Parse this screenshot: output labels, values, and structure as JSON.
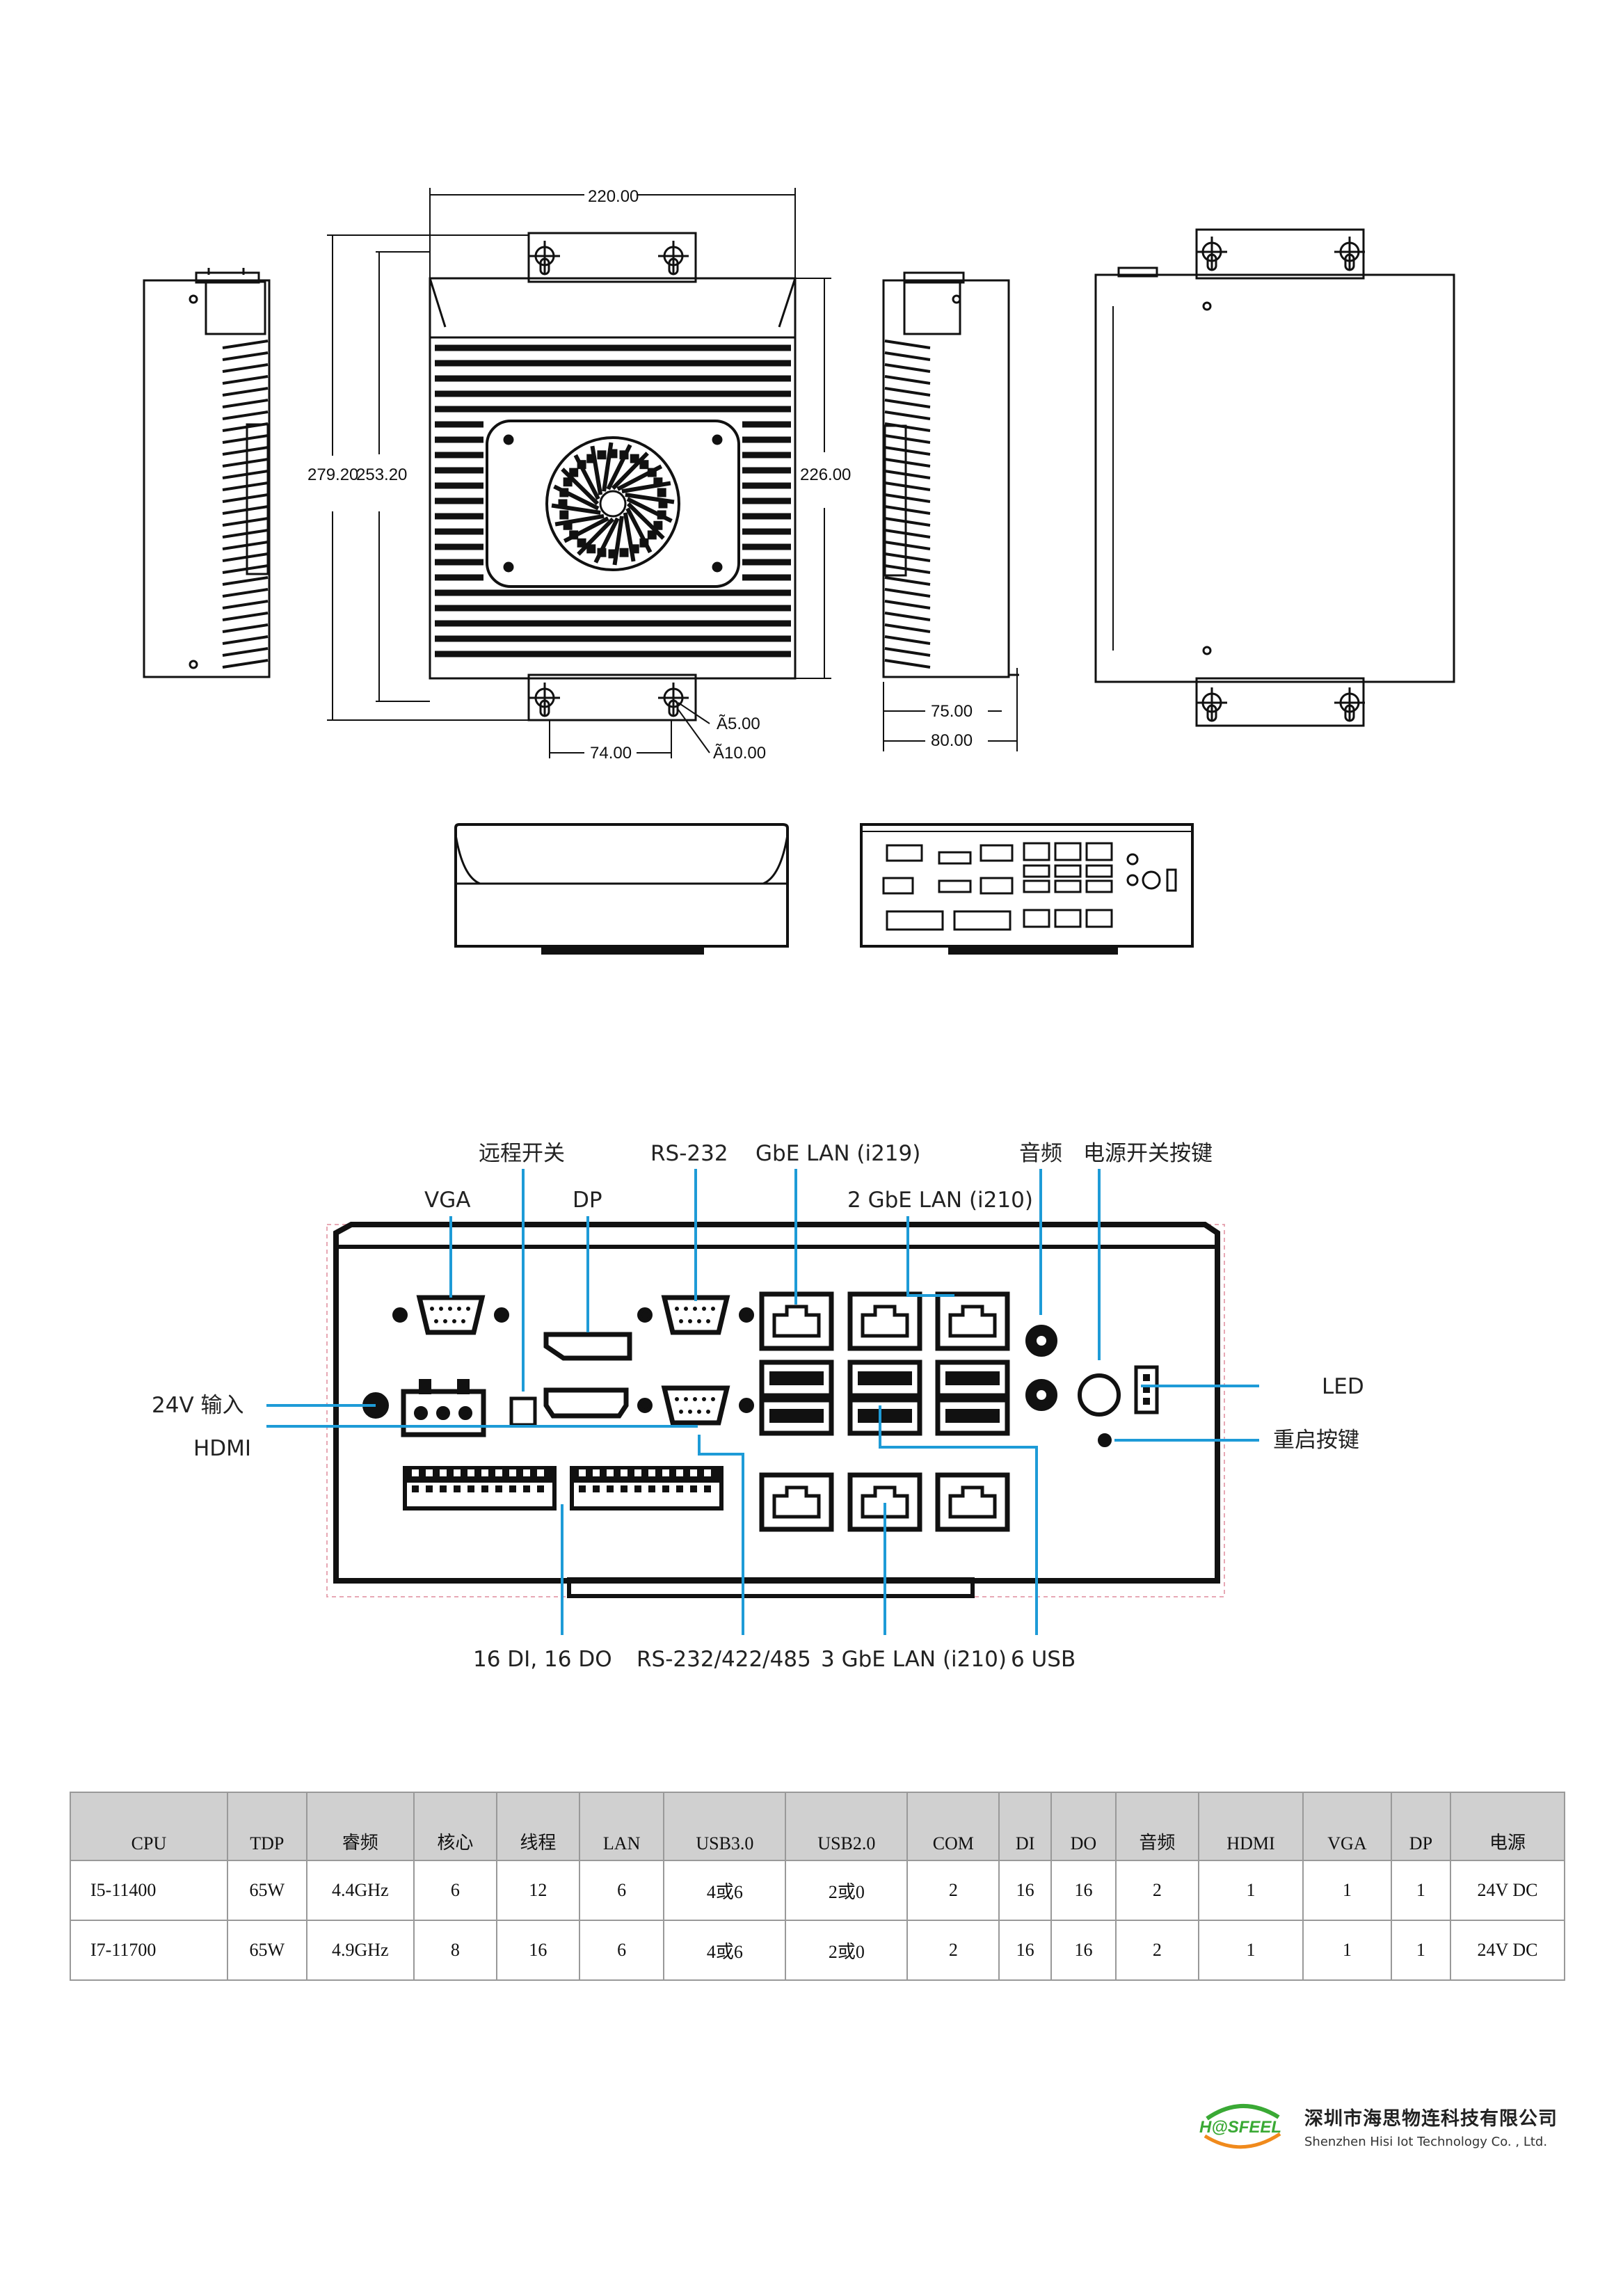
{
  "drawing": {
    "dim_width_top": "220.00",
    "dim_height_outer": "279.20",
    "dim_height_inner": "253.20",
    "dim_height_right": "226.00",
    "dim_hole_small": "Ã5.00",
    "dim_hole_large": "Ã10.00",
    "dim_hole_spacing": "74.00",
    "dim_depth_inner": "75.00",
    "dim_depth_outer": "80.00"
  },
  "port_labels": {
    "remote_switch": "远程开关",
    "rs232": "RS-232",
    "gbe_lan_i219": "GbE LAN (i219)",
    "audio": "音频",
    "power_button": "电源开关按键",
    "vga": "VGA",
    "dp": "DP",
    "lan_i210_2": "2 GbE LAN (i210)",
    "power_24v": "24V 输入",
    "hdmi": "HDMI",
    "led": "LED",
    "reset_button": "重启按键",
    "dio": "16 DI, 16 DO",
    "rs232_422_485": "RS-232/422/485",
    "lan_i210_3": "3 GbE LAN (i210)",
    "usb6": "6 USB"
  },
  "spec_table": {
    "headers": [
      "CPU",
      "TDP",
      "睿频",
      "核心",
      "线程",
      "LAN",
      "USB3.0",
      "USB2.0",
      "COM",
      "DI",
      "DO",
      "音频",
      "HDMI",
      "VGA",
      "DP",
      "电源"
    ],
    "rows": [
      [
        "I5-11400",
        "65W",
        "4.4GHz",
        "6",
        "12",
        "6",
        "4或6",
        "2或0",
        "2",
        "16",
        "16",
        "2",
        "1",
        "1",
        "1",
        "24V DC"
      ],
      [
        "I7-11700",
        "65W",
        "4.9GHz",
        "8",
        "16",
        "6",
        "4或6",
        "2或0",
        "2",
        "16",
        "16",
        "2",
        "1",
        "1",
        "1",
        "24V DC"
      ]
    ]
  },
  "footer": {
    "logo_text": "H@SFEEL",
    "company_cn": "深圳市海思物连科技有限公司",
    "company_en": "Shenzhen Hisi Iot Technology Co. , Ltd."
  },
  "colors": {
    "callout_line": "#1e9bd7",
    "table_header_bg": "#d0d0d0",
    "logo_green": "#3aa935",
    "logo_orange": "#f08a1c"
  }
}
